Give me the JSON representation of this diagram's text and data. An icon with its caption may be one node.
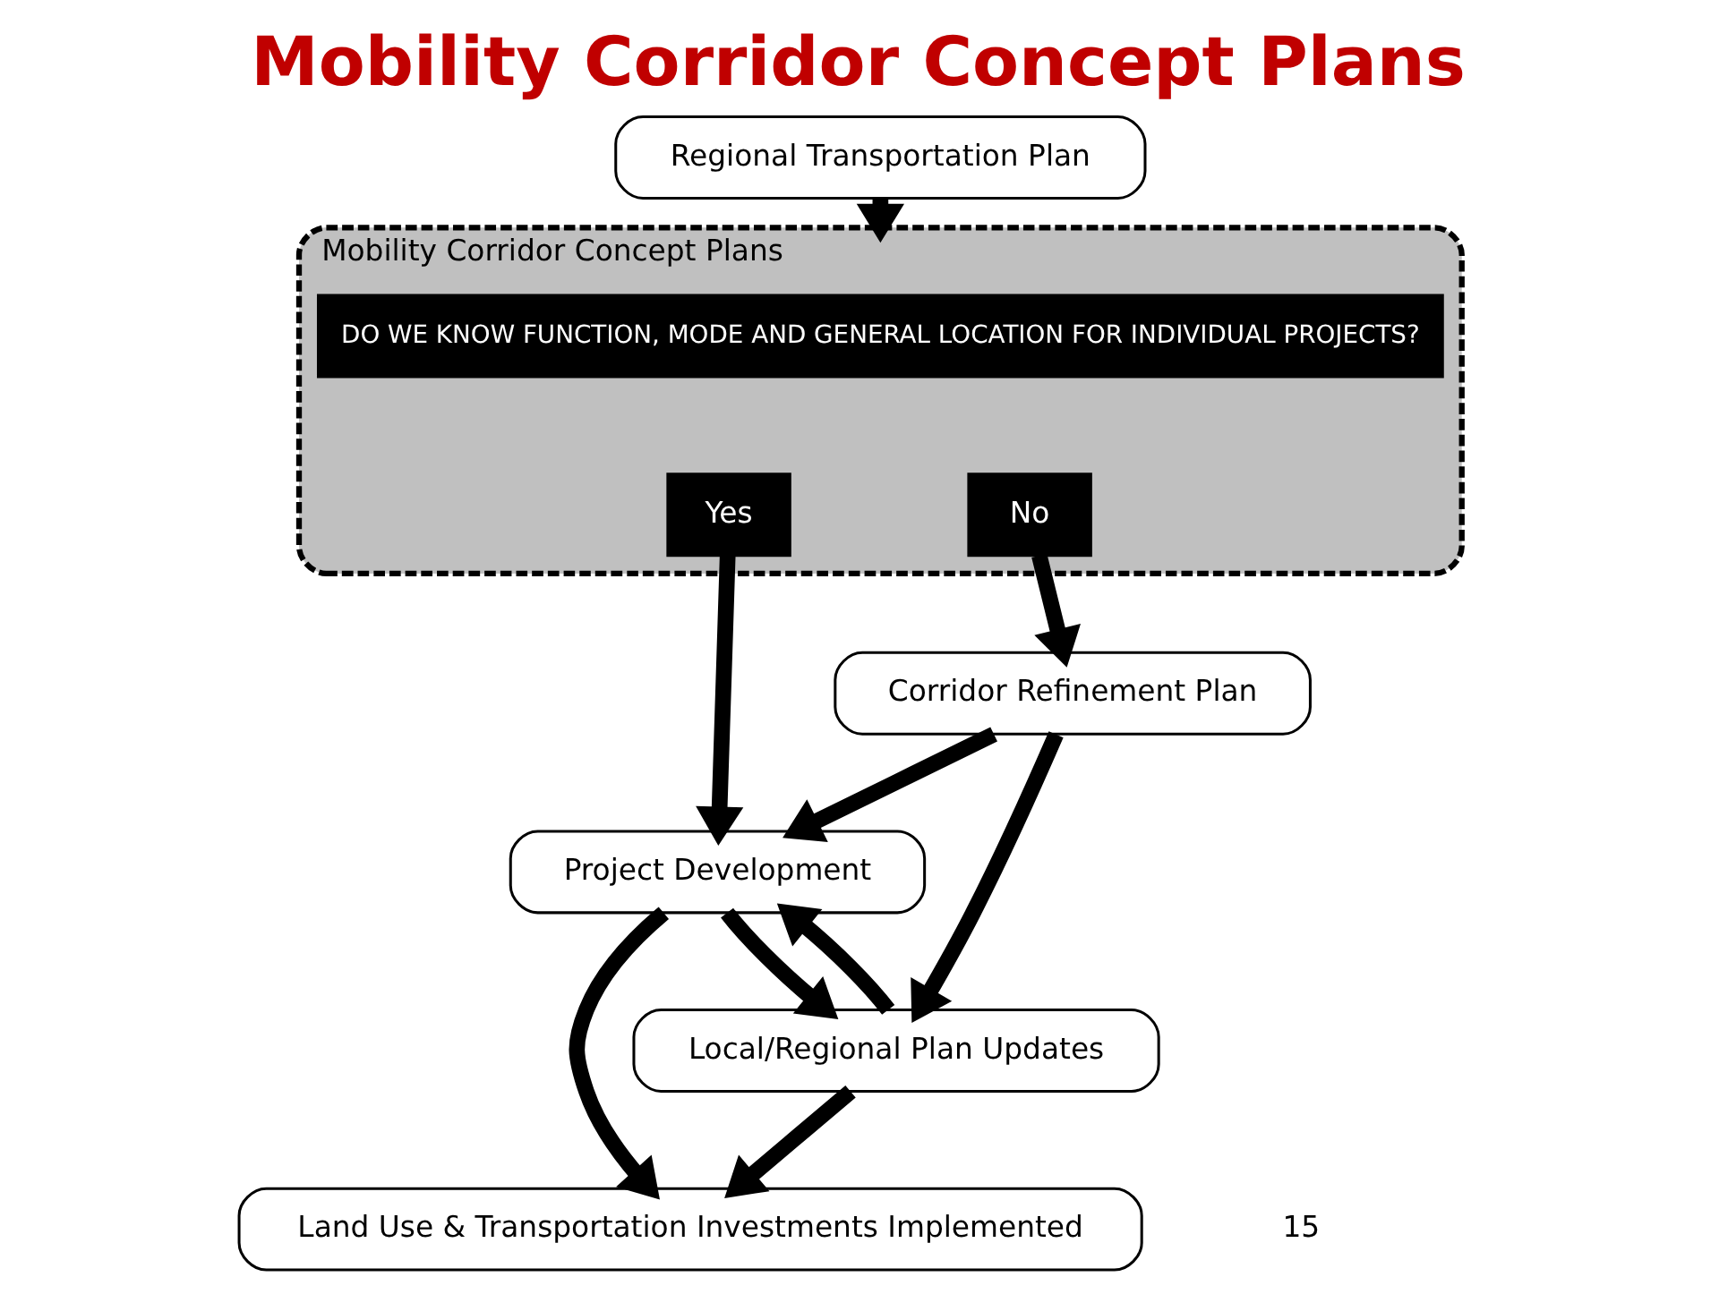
{
  "diagram": {
    "title": "Mobility Corridor Concept Plans",
    "nodes": [
      {
        "text": [
          "Regional Transportation Plan"
        ]
      },
      {
        "text": [
          "Mobility Corridor Concept Plans"
        ]
      },
      {
        "text": [
          "DO WE KNOW FUNCTION, MODE AND GENERAL LOCATION FOR INDIVIDUAL PROJECTS?"
        ],
        "in": 1
      },
      {
        "text": [
          "Yes"
        ],
        "in": 1
      },
      {
        "text": [
          "No"
        ],
        "in": 1
      },
      {
        "text": [
          "Corridor Refinement Plan"
        ]
      },
      {
        "text": [
          "Project Development"
        ]
      },
      {
        "text": [
          "Local/Regional Plan Updates"
        ]
      },
      {
        "text": [
          "Land Use & Transportation Investments Implemented"
        ]
      }
    ],
    "edges": [
      {
        "from": 0,
        "to": 1,
        "arrow": "to"
      },
      {
        "from": 3,
        "to": 6,
        "arrow": "to"
      },
      {
        "from": 4,
        "to": 5,
        "arrow": "to"
      },
      {
        "from": 5,
        "to": 6,
        "arrow": "to"
      },
      {
        "from": 5,
        "to": 7,
        "arrow": "to"
      },
      {
        "from": 7,
        "to": 6,
        "arrow": "to"
      },
      {
        "from": 6,
        "to": 7,
        "arrow": "to"
      },
      {
        "from": 6,
        "to": 8,
        "arrow": "to"
      },
      {
        "from": 7,
        "to": 8,
        "arrow": "to"
      }
    ],
    "labels": [
      "15"
    ]
  }
}
